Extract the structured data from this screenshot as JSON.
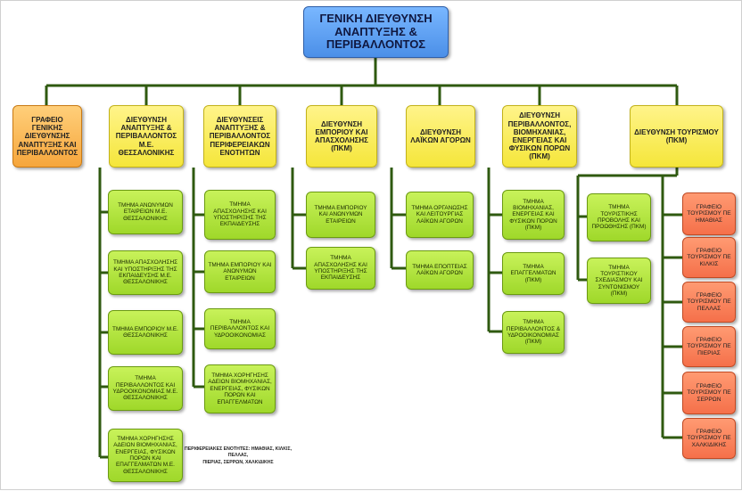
{
  "root": "ΓΕΝΙΚΗ ΔΙΕΥΘΥΝΣΗ ΑΝΑΠΤΥΞΗΣ & ΠΕΡΙΒΑΛΛΟΝΤΟΣ",
  "office": "ΓΡΑΦΕΙΟ ΓΕΝΙΚΗΣ ΔΙΕΥΘΥΝΣΗΣ ΑΝΑΠΤΥΞΗΣ ΚΑΙ ΠΕΡΙΒΑΛΛΟΝΤΟΣ",
  "directorates": [
    {
      "title": "ΔΙΕΥΘΥΝΣΗ ΑΝΑΠΤΥΞΗΣ & ΠΕΡΙΒΑΛΛΟΝΤΟΣ Μ.Ε. ΘΕΣΣΑΛΟΝΙΚΗΣ",
      "departments": [
        "ΤΜΗΜΑ ΑΝΩΝΥΜΩΝ ΕΤΑΙΡΕΙΩΝ Μ.Ε. ΘΕΣΣΑΛΟΝΙΚΗΣ",
        "ΤΜΗΜΑ ΑΠΑΣΧΟΛΗΣΗΣ ΚΑΙ ΥΠΟΣΤΗΡΙΞΗΣ ΤΗΣ ΕΚΠΑΙΔΕΥΣΗΣ Μ.Ε. ΘΕΣΣΑΛΟΝΙΚΗΣ",
        "ΤΜΗΜΑ ΕΜΠΟΡΙΟΥ Μ.Ε. ΘΕΣΣΑΛΟΝΙΚΗΣ",
        "ΤΜΗΜΑ ΠΕΡΙΒΑΛΛΟΝΤΟΣ ΚΑΙ ΥΔΡΟΟΙΚΟΝΟΜΙΑΣ Μ.Ε. ΘΕΣΣΑΛΟΝΙΚΗΣ",
        "ΤΜΗΜΑ ΧΟΡΗΓΗΣΗΣ ΑΔΕΙΩΝ ΒΙΟΜΗΧΑΝΙΑΣ, ΕΝΕΡΓΕΙΑΣ, ΦΥΣΙΚΩΝ ΠΟΡΩΝ ΚΑΙ ΕΠΑΓΓΕΛΜΑΤΩΝ Μ.Ε. ΘΕΣΣΑΛΟΝΙΚΗΣ"
      ]
    },
    {
      "title": "ΔΙΕΥΘΥΝΣΕΙΣ ΑΝΑΠΤΥΞΗΣ & ΠΕΡΙΒΑΛΛΟΝΤΟΣ ΠΕΡΙΦΕΡΕΙΑΚΩΝ ΕΝΟΤΗΤΩΝ",
      "departments": [
        "ΤΜΗΜΑ ΑΠΑΣΧΟΛΗΣΗΣ ΚΑΙ ΥΠΟΣΤΗΡΙΞΗΣ ΤΗΣ ΕΚΠΑΙΔΕΥΣΗΣ",
        "ΤΜΗΜΑ ΕΜΠΟΡΙΟΥ ΚΑΙ ΑΝΩΝΥΜΩΝ ΕΤΑΙΡΕΙΩΝ",
        "ΤΜΗΜΑ ΠΕΡΙΒΑΛΛΟΝΤΟΣ ΚΑΙ ΥΔΡΟΟΙΚΟΝΟΜΙΑΣ",
        "ΤΜΗΜΑ ΧΟΡΗΓΗΣΗΣ ΑΔΕΙΩΝ ΒΙΟΜΗΧΑΝΙΑΣ, ΕΝΕΡΓΕΙΑΣ, ΦΥΣΙΚΩΝ ΠΟΡΩΝ ΚΑΙ ΕΠΑΓΓΕΛΜΑΤΩΝ"
      ]
    },
    {
      "title": "ΔΙΕΥΘΥΝΣΗ ΕΜΠΟΡΙΟΥ ΚΑΙ ΑΠΑΣΧΟΛΗΣΗΣ (ΠΚΜ)",
      "departments": [
        "ΤΜΗΜΑ ΕΜΠΟΡΙΟΥ ΚΑΙ ΑΝΩΝΥΜΩΝ ΕΤΑΙΡΕΙΩΝ",
        "ΤΜΗΜΑ ΑΠΑΣΧΟΛΗΣΗΣ ΚΑΙ ΥΠΟΣΤΗΡΙΞΗΣ ΤΗΣ ΕΚΠΑΙΔΕΥΣΗΣ"
      ]
    },
    {
      "title": "ΔΙΕΥΘΥΝΣΗ ΛΑΪΚΩΝ ΑΓΟΡΩΝ",
      "departments": [
        "ΤΜΗΜΑ ΟΡΓΑΝΩΣΗΣ ΚΑΙ ΛΕΙΤΟΥΡΓΙΑΣ ΛΑΪΚΩΝ ΑΓΟΡΩΝ",
        "ΤΜΗΜΑ ΕΠΟΠΤΕΙΑΣ ΛΑΪΚΩΝ ΑΓΟΡΩΝ"
      ]
    },
    {
      "title": "ΔΙΕΥΘΥΝΣΗ ΠΕΡΙΒΑΛΛΟΝΤΟΣ, ΒΙΟΜΗΧΑΝΙΑΣ, ΕΝΕΡΓΕΙΑΣ ΚΑΙ ΦΥΣΙΚΩΝ ΠΟΡΩΝ (ΠΚΜ)",
      "departments": [
        "ΤΜΗΜΑ ΒΙΟΜΗΧΑΝΙΑΣ, ΕΝΕΡΓΕΙΑΣ ΚΑΙ ΦΥΣΙΚΩΝ ΠΟΡΩΝ (ΠΚΜ)",
        "ΤΜΗΜΑ ΕΠΑΓΓΕΛΜΑΤΩΝ (ΠΚΜ)",
        "ΤΜΗΜΑ ΠΕΡΙΒΑΛΛΟΝΤΟΣ & ΥΔΡΟΟΙΚΟΝΟΜΙΑΣ (ΠΚΜ)"
      ]
    },
    {
      "title": "ΔΙΕΥΘΥΝΣΗ ΤΟΥΡΙΣΜΟΥ (ΠΚΜ)",
      "departments": [
        "ΤΜΗΜΑ ΤΟΥΡΙΣΤΙΚΗΣ ΠΡΟΒΟΛΗΣ ΚΑΙ ΠΡΟΩΘΗΣΗΣ (ΠΚΜ)",
        "ΤΜΗΜΑ ΤΟΥΡΙΣΤΙΚΟΥ ΣΧΕΔΙΑΣΜΟΥ ΚΑΙ ΣΥΝΤΟΝΙΣΜΟΥ (ΠΚΜ)"
      ],
      "offices": [
        "ΓΡΑΦΕΙΟ ΤΟΥΡΙΣΜΟΥ ΠΕ ΗΜΑΘΙΑΣ",
        "ΓΡΑΦΕΙΟ ΤΟΥΡΙΣΜΟΥ ΠΕ ΚΙΛΚΙΣ",
        "ΓΡΑΦΕΙΟ ΤΟΥΡΙΣΜΟΥ ΠΕ ΠΕΛΛΑΣ",
        "ΓΡΑΦΕΙΟ ΤΟΥΡΙΣΜΟΥ ΠΕ ΠΙΕΡΙΑΣ",
        "ΓΡΑΦΕΙΟ ΤΟΥΡΙΣΜΟΥ ΠΕ ΣΕΡΡΩΝ",
        "ΓΡΑΦΕΙΟ ΤΟΥΡΙΣΜΟΥ ΠΕ ΧΑΛΚΙΔΙΚΗΣ"
      ]
    }
  ],
  "footnote": {
    "line1": "ΠΕΡΙΦΕΡΕΙΑΚΕΣ ΕΝΟΤΗΤΕΣ: ΗΜΑΘΙΑΣ, ΚΙΛΚΙΣ, ΠΕΛΛΑΣ,",
    "line2": "ΠΙΕΡΙΑΣ, ΣΕΡΡΩΝ, ΧΑΛΚΙΔΙΚΗΣ"
  },
  "colors": {
    "connector": "#2f5a10",
    "root": "#5a9ef5",
    "office": "#f6a63c",
    "directorate": "#f5e63a",
    "department": "#9fd82a",
    "tourism_office": "#f5704a"
  }
}
